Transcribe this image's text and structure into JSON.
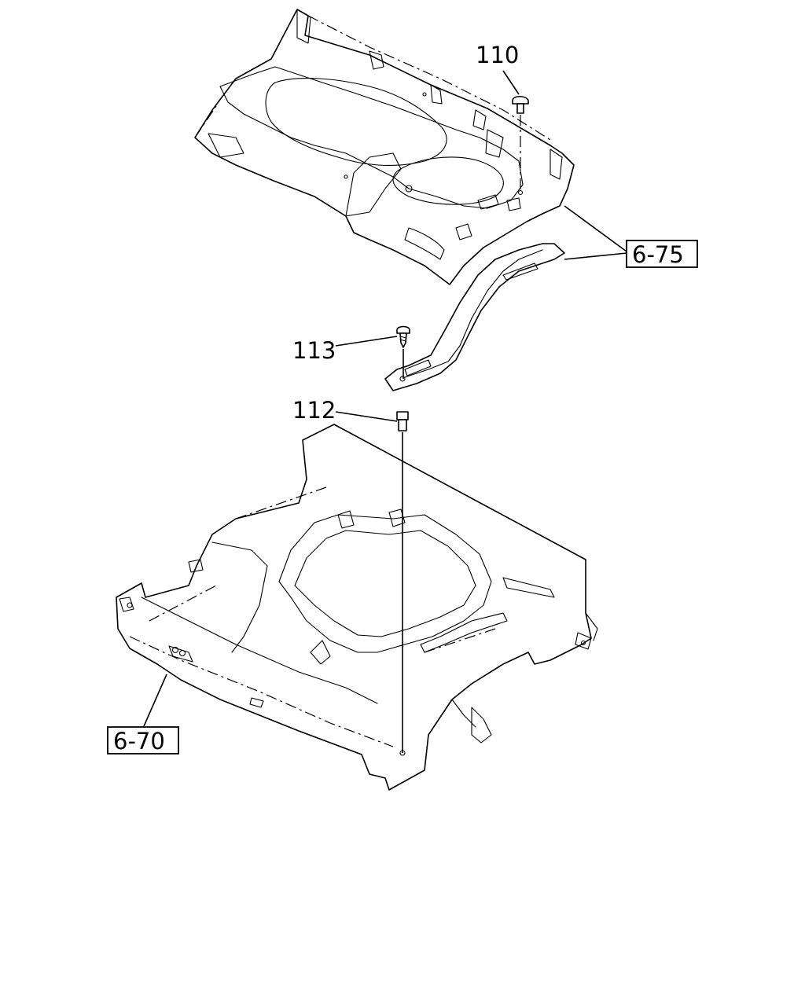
{
  "callouts": {
    "part_110": "110",
    "part_113": "113",
    "part_112": "112",
    "ref_6_75": "6-75",
    "ref_6_70": "6-70"
  }
}
